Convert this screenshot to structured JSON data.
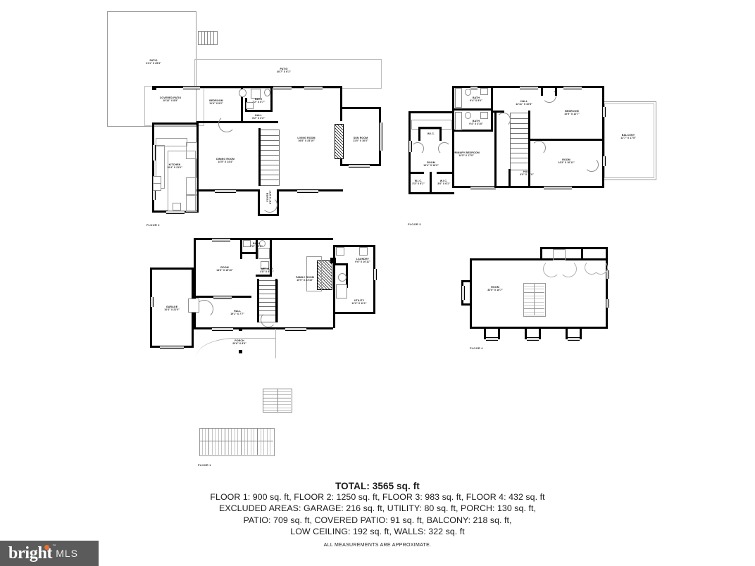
{
  "document": {
    "type": "real-estate-floor-plan",
    "floors": [
      {
        "id": "floor2",
        "label": "FLOOR 2",
        "rooms": [
          {
            "name": "PATIO",
            "dim": "21'1\" X 25'3\""
          },
          {
            "name": "PATIO",
            "dim": "40'7\" X 6'1\""
          },
          {
            "name": "COVERED PATIO",
            "dim": "10'10\" X 8'5\""
          },
          {
            "name": "BEDROOM",
            "dim": "11'4\" X 9'2\""
          },
          {
            "name": "BATH",
            "dim": "7'2\" X 5'7\""
          },
          {
            "name": "HALL",
            "dim": "8'2\" X 3'3\""
          },
          {
            "name": "KITCHEN",
            "dim": "10'4\" X 21'0\""
          },
          {
            "name": "DINING ROOM",
            "dim": "14'5\" X 14'4\""
          },
          {
            "name": "LIVING ROOM",
            "dim": "16'8\" X 23'10\""
          },
          {
            "name": "SUN ROOM",
            "dim": "11'0\" X 16'3\""
          },
          {
            "name": "FOYER",
            "dim": "6'8\" X 10'0\""
          }
        ]
      },
      {
        "id": "floor3",
        "label": "FLOOR 3",
        "rooms": [
          {
            "name": "BATH",
            "dim": "9'4\" X 5'0\""
          },
          {
            "name": "BATH",
            "dim": "9'4\" X 4'10\""
          },
          {
            "name": "HALL",
            "dim": "12'11\" X 10'8\""
          },
          {
            "name": "HALL",
            "dim": "4'0\" X 17'0\""
          },
          {
            "name": "BEDROOM",
            "dim": "10'5\" X 12'7\""
          },
          {
            "name": "ROOM",
            "dim": "14'3\" X 10'11\""
          },
          {
            "name": "PRIMARY BEDROOM",
            "dim": "14'5\" X 17'0\""
          },
          {
            "name": "ROOM",
            "dim": "10'4\" X 16'9\""
          },
          {
            "name": "W.I.C.",
            "dim": ""
          },
          {
            "name": "W.I.C.",
            "dim": "3'3\" X 6'1\""
          },
          {
            "name": "W.I.C.",
            "dim": "3'6\" X 6'1\""
          },
          {
            "name": "BALCONY",
            "dim": "12'7\" X 17'5\""
          }
        ]
      },
      {
        "id": "floor1",
        "label": "FLOOR 1",
        "rooms": [
          {
            "name": "GARAGE",
            "dim": "10'4\" X 21'0\""
          },
          {
            "name": "ROOM",
            "dim": "14'5\" X 15'10\""
          },
          {
            "name": "BATH",
            "dim": "7'6\" X 5'2\""
          },
          {
            "name": "WET-BAR",
            "dim": "4'8\" X 5'11\""
          },
          {
            "name": "FAMILY ROOM",
            "dim": "15'9\" X 23'10\""
          },
          {
            "name": "LAUNDRY",
            "dim": "9'6\" X 10'11\""
          },
          {
            "name": "UTILITY",
            "dim": "11'0\" X 11'1\""
          },
          {
            "name": "HALL",
            "dim": "19'1\" X 7'7\""
          },
          {
            "name": "PORCH",
            "dim": "20'6\" X 8'9\""
          }
        ]
      },
      {
        "id": "floor4",
        "label": "FLOOR 4",
        "rooms": [
          {
            "name": "ROOM",
            "dim": "33'5\" X 16'7\""
          }
        ]
      }
    ]
  },
  "summary": {
    "total": "TOTAL: 3565 sq. ft",
    "line1": "FLOOR 1: 900 sq. ft, FLOOR 2: 1250 sq. ft, FLOOR 3: 983 sq. ft, FLOOR 4: 432 sq. ft",
    "line2": "EXCLUDED AREAS: GARAGE: 216 sq. ft, UTILITY: 80 sq. ft, PORCH: 130 sq. ft,",
    "line3": "PATIO: 709 sq. ft, COVERED PATIO: 91 sq. ft, BALCONY: 218 sq. ft,",
    "line4": "LOW CEILING: 192 sq. ft, WALLS: 322 sq. ft",
    "approx": "ALL MEASUREMENTS ARE APPROXIMATE."
  },
  "logo": {
    "brand": "bright",
    "tm": "™",
    "suffix": "MLS",
    "dot_color": "#e8722c",
    "bg_color": "#5b5b5b"
  }
}
